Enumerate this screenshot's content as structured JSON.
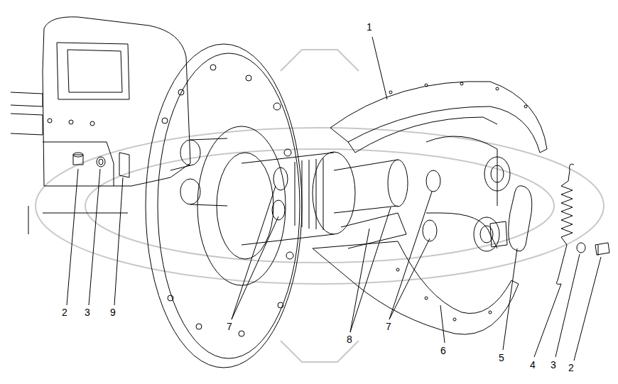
{
  "diagram": {
    "labels": [
      "1",
      "2",
      "3",
      "9",
      "7",
      "8",
      "7",
      "6",
      "5",
      "4",
      "3",
      "2"
    ]
  }
}
